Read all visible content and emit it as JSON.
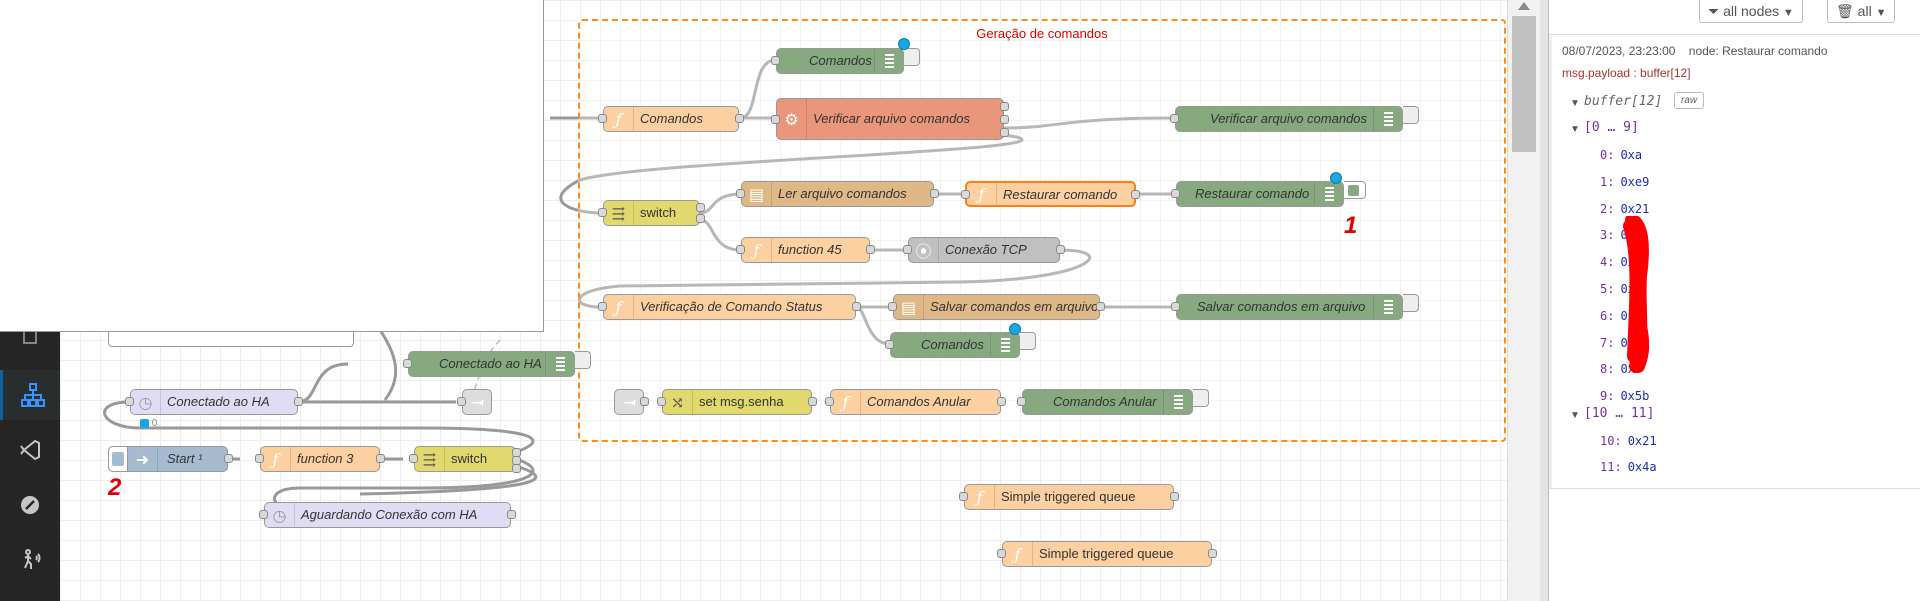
{
  "group": {
    "label": "Geração de comandos"
  },
  "nodes": {
    "comandos_debug_top": "Comandos",
    "comandos_fn": "Comandos",
    "verificar_exec": "Verificar arquivo comandos",
    "verificar_debug": "Verificar arquivo comandos",
    "switch1": "switch",
    "ler_arquivo": "Ler arquivo comandos",
    "restaurar_fn": "Restaurar comando",
    "restaurar_debug": "Restaurar comando",
    "function45": "function 45",
    "conexao_tcp": "Conexão TCP",
    "verificacao_status": "Verificação de Comando Status",
    "salvar_fileop": "Salvar comandos em arquivo",
    "salvar_debug": "Salvar comandos em arquivo",
    "comandos_debug_mid": "Comandos",
    "set_senha": "set msg.senha",
    "comandos_anular_fn": "Comandos Anular",
    "comandos_anular_debug": "Comandos Anular",
    "conectado_ha_debug": "Conectado ao HA",
    "conectado_ha": "Conectado ao HA",
    "conectado_ha_status": "0",
    "start": "Start ¹",
    "function3": "function 3",
    "switch2": "switch",
    "aguardando": "Aguardando Conexão com HA",
    "simple_queue_1": "Simple triggered queue",
    "simple_queue_2": "Simple triggered queue"
  },
  "annotations": {
    "one": "1",
    "two": "2"
  },
  "debug": {
    "filter_nodes": "all nodes",
    "clear_all": "all",
    "timestamp": "08/07/2023, 23:23:00",
    "node_label": "node: Restaurar comando",
    "msg_path": "msg.payload : buffer[12]",
    "root_label": "buffer[12]",
    "raw_button": "raw",
    "group1": "[0 … 9]",
    "group2": "[10 … 11]",
    "rows": [
      {
        "k": "0:",
        "v": "0xa"
      },
      {
        "k": "1:",
        "v": "0xe9"
      },
      {
        "k": "2:",
        "v": "0x21"
      },
      {
        "k": "3:",
        "v": "0x"
      },
      {
        "k": "4:",
        "v": "0x"
      },
      {
        "k": "5:",
        "v": "0x"
      },
      {
        "k": "6:",
        "v": "0x"
      },
      {
        "k": "7:",
        "v": "0x"
      },
      {
        "k": "8:",
        "v": "0x"
      },
      {
        "k": "9:",
        "v": "0x5b"
      }
    ],
    "rows2": [
      {
        "k": "10:",
        "v": "0x21"
      },
      {
        "k": "11:",
        "v": "0x4a"
      }
    ]
  },
  "colors": {
    "group_border": "#ff8c1a",
    "annotation_red": "#e00000",
    "accent": "#0e639c"
  }
}
